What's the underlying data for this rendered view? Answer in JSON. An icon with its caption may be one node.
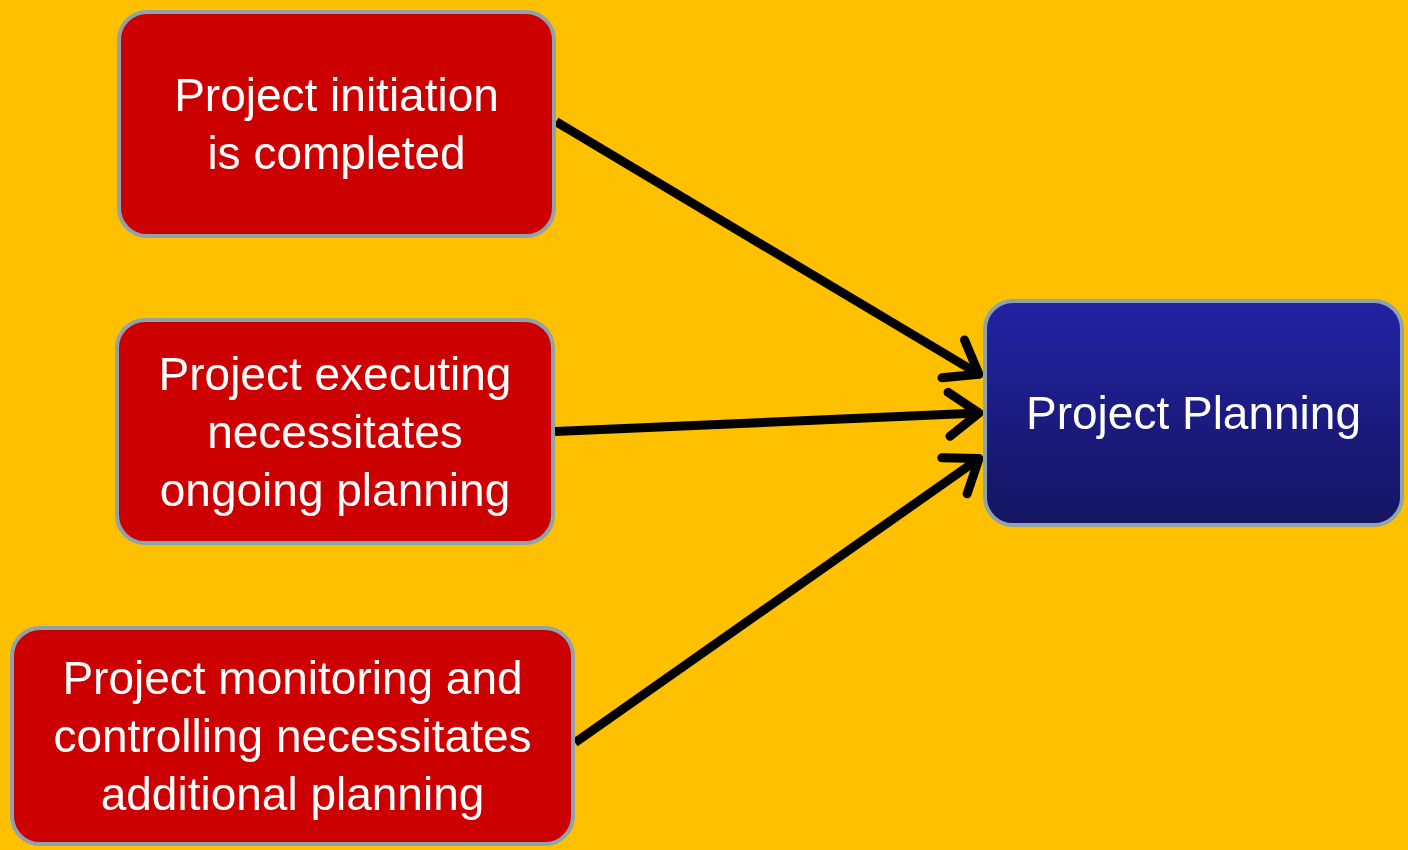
{
  "diagram": {
    "nodes": [
      {
        "text": [
          "Project initiation is completed"
        ]
      },
      {
        "text": [
          "Project executing necessitates ongoing planning"
        ]
      },
      {
        "text": [
          "Project monitoring and controlling necessitates additional planning"
        ]
      },
      {
        "text": [
          "Project Planning"
        ]
      }
    ],
    "edges": [
      {
        "from": 0,
        "to": 3,
        "arrow": "to"
      },
      {
        "from": 1,
        "to": 3,
        "arrow": "to"
      },
      {
        "from": 2,
        "to": 3,
        "arrow": "to"
      }
    ]
  }
}
